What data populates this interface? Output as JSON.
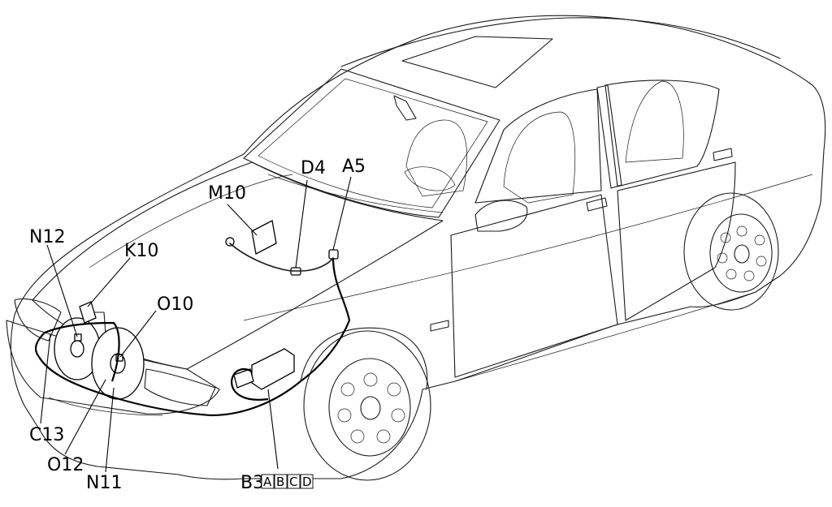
{
  "callouts": {
    "d4": "D4",
    "a5": "A5",
    "m10": "M10",
    "n12": "N12",
    "k10": "K10",
    "o10": "O10",
    "c13": "C13",
    "o12": "O12",
    "n11": "N11",
    "b3": "B3"
  },
  "connector_variants": [
    "A",
    "B",
    "C",
    "D"
  ]
}
